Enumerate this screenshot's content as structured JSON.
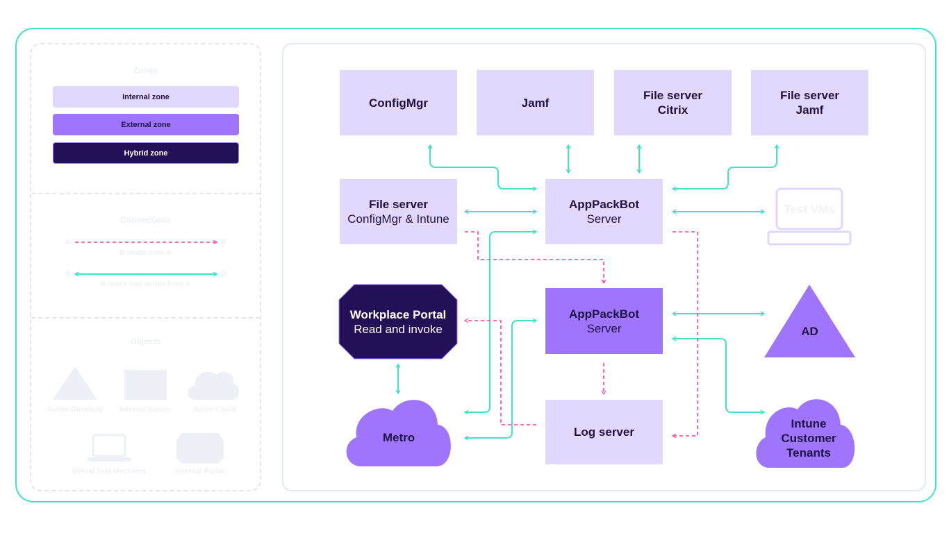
{
  "legend": {
    "zones_title": "Zones",
    "zones": [
      {
        "label": "Internal zone",
        "color": "#e2d7fd"
      },
      {
        "label": "External zone",
        "color": "#9f75fd"
      },
      {
        "label": "Hybrid zone",
        "color": "#231157"
      }
    ],
    "connections_title": "Connections",
    "read_connection": {
      "from": "A",
      "to": "B",
      "label": "B reads from A",
      "color": "#ff3fa4"
    },
    "readwrite_connection": {
      "from": "A",
      "to": "B",
      "label": "B reads and writes from A",
      "color": "#3de3cb"
    },
    "objects_title": "Objects",
    "objects": [
      "Active Directory",
      "Internal Server",
      "Azure Cloud",
      "Virtual Test Machines",
      "Internal Portal"
    ]
  },
  "nodes": {
    "configmgr": {
      "title": "ConfigMgr"
    },
    "jamf": {
      "title": "Jamf"
    },
    "fs_citrix": {
      "title": "File server",
      "subtitle": "Citrix"
    },
    "fs_jamf": {
      "title": "File server",
      "subtitle": "Jamf"
    },
    "fs_cm_intune": {
      "title": "File server",
      "subtitle": "ConfigMgr & Intune"
    },
    "apb_internal": {
      "title": "AppPackBot",
      "subtitle": "Server"
    },
    "test_vms": {
      "title": "Test VMs"
    },
    "workplace_portal": {
      "title": "Workplace Portal",
      "subtitle": "Read and invoke"
    },
    "apb_external": {
      "title": "AppPackBot",
      "subtitle": "Server"
    },
    "ad": {
      "title": "AD"
    },
    "metro": {
      "title": "Metro"
    },
    "log_server": {
      "title": "Log server"
    },
    "intune": {
      "title": "Intune",
      "subtitle1": "Customer",
      "subtitle2": "Tenants"
    }
  },
  "colors": {
    "frame": "#3de3cb",
    "internal": "#e2d7fd",
    "external": "#9f75fd",
    "hybrid": "#231157",
    "readwrite": "#3de3cb",
    "read": "#ff3fa4"
  }
}
